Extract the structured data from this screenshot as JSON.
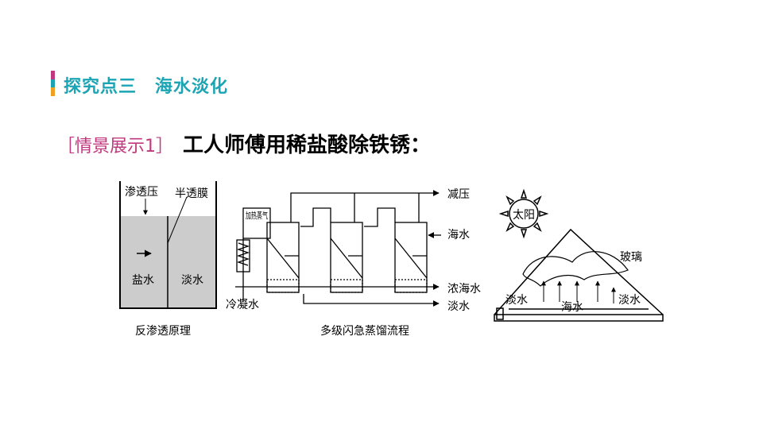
{
  "header": {
    "section_title": "探究点三　海水淡化",
    "marker_colors": [
      "#c0387d",
      "#1ba5b4",
      "#f0a020"
    ]
  },
  "scenario": {
    "label": "［情景展示1］",
    "text": "工人师傅用稀盐酸除铁锈："
  },
  "figure_reverse_osmosis": {
    "label_osmotic_pressure": "渗透压",
    "label_membrane": "半透膜",
    "label_salt_water": "盐水",
    "label_fresh_water": "淡水",
    "caption": "反渗透原理"
  },
  "figure_flash_distillation": {
    "label_reduced_pressure": "减压",
    "label_heating_steam": "加热蒸气",
    "label_seawater": "海水",
    "label_concentrated_seawater": "浓海水",
    "label_fresh_water": "淡水",
    "label_condensed_water": "冷凝水",
    "caption": "多级闪急蒸馏流程"
  },
  "figure_solar": {
    "label_sun": "太阳",
    "label_glass": "玻璃",
    "label_fresh_water_left": "淡水",
    "label_seawater": "海水",
    "label_fresh_water_right": "淡水"
  },
  "colors": {
    "section_title": "#1ba5b4",
    "scenario_label": "#c0387d",
    "water_fill": "#cccccc"
  }
}
